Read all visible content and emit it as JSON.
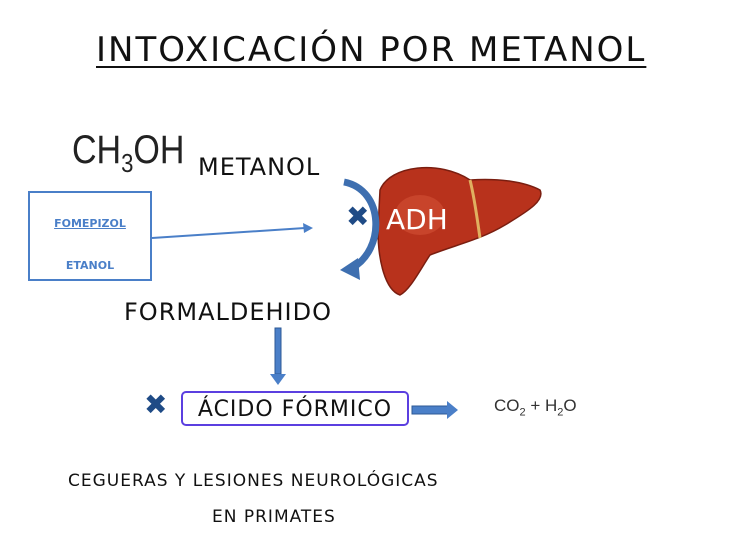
{
  "title": "INTOXICACIÓN POR METANOL",
  "formula": {
    "a": "CH",
    "sub": "3",
    "b": "OH"
  },
  "metanol": "METANOL",
  "formaldehido": "FORMALDEHIDO",
  "inhibitors": {
    "fomepizol": "FOMEPIZOL",
    "etanol": "ETANOL"
  },
  "enzyme": "ADH",
  "acido": "ÁCIDO FÓRMICO",
  "products": {
    "co": "CO",
    "co_sub": "2",
    "plus": " + H",
    "h_sub": "2",
    "o": "O"
  },
  "effects": {
    "line1": "CEGUERAS Y LESIONES NEUROLÓGICAS",
    "line2": "EN PRIMATES"
  },
  "block_mark": "✖",
  "colors": {
    "liver": "#b8321c",
    "arrow": "#4a7fc8",
    "box": "#5b3fe0",
    "x": "#1f4b86"
  }
}
